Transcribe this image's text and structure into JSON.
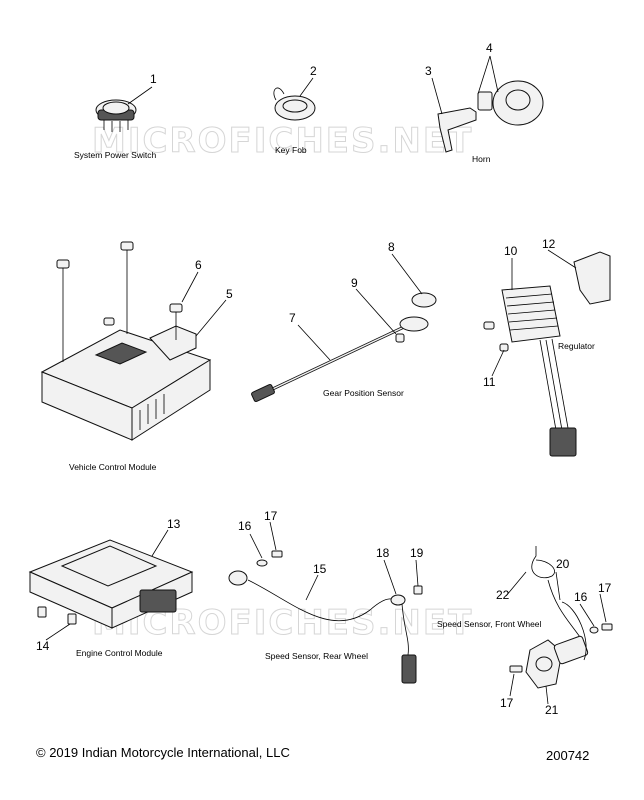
{
  "watermark": "MICROFICHES.NET",
  "footer": {
    "copyright": "© 2019 Indian Motorcycle International, LLC",
    "diagram_number": "200742"
  },
  "captions": {
    "system_power_switch": "System Power Switch",
    "key_fob": "Key Fob",
    "horn": "Horn",
    "vehicle_control_module": "Vehicle Control Module",
    "gear_position_sensor": "Gear Position Sensor",
    "regulator": "Regulator",
    "engine_control_module": "Engine Control Module",
    "speed_sensor_rear": "Speed Sensor, Rear Wheel",
    "speed_sensor_front": "Speed Sensor, Front Wheel"
  },
  "callouts": {
    "c1": "1",
    "c2": "2",
    "c3": "3",
    "c4": "4",
    "c5": "5",
    "c6": "6",
    "c7": "7",
    "c8": "8",
    "c9": "9",
    "c10": "10",
    "c11": "11",
    "c12": "12",
    "c13": "13",
    "c14": "14",
    "c15": "15",
    "c16a": "16",
    "c16b": "16",
    "c17a": "17",
    "c17b": "17",
    "c17c": "17",
    "c18": "18",
    "c19": "19",
    "c20": "20",
    "c21": "21",
    "c22": "22"
  }
}
